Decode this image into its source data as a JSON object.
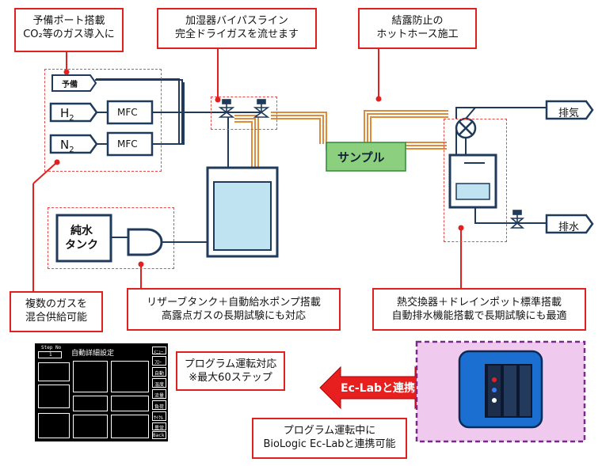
{
  "callouts": {
    "spare_port": [
      "予備ポート搭載",
      "CO₂等のガス導入に"
    ],
    "bypass": [
      "加湿器バイパスライン",
      "完全ドライガスを流せます"
    ],
    "anti_condensation": [
      "結露防止の",
      "ホットホース施工"
    ],
    "mixed_gas": [
      "複数のガスを",
      "混合供給可能"
    ],
    "reservoir": [
      "リザーブタンク＋自動給水ポンプ搭載",
      "高露点ガスの長期試験にも対応"
    ],
    "heat_exchanger": [
      "熱交換器＋ドレインポット標準搭載",
      "自動排水機能搭載で長期試験にも最適"
    ],
    "program": [
      "プログラム運転対応",
      "※最大60ステップ"
    ],
    "biologic": [
      "プログラム運転中に",
      "BioLogic Ec-Labと連携可能"
    ]
  },
  "diagram": {
    "spare_label": "予備",
    "h2_label": "H2",
    "n2_label": "N2",
    "mfc_label": "MFC",
    "sample_label": "サンプル",
    "pure_water_tank_label": "純水\nタンク",
    "exhaust_label": "排気",
    "drain_label": "排水",
    "link_label": "Ec-Labと連携"
  },
  "colors": {
    "callout_border": "#e0211f",
    "pipe_navy": "#1f3a5a",
    "hot_hose": "#e08a3c",
    "sample_fill": "#8ccf7e",
    "water_fill": "#bfe3f1",
    "device_bg": "#f0c9ef",
    "device_border": "#7a2a8a",
    "device_blue": "#1a6fd1"
  },
  "panel": {
    "title": "自動詳細設定",
    "step_no": "Step No",
    "step_val": "1",
    "menu": "ﾒﾆｭｰ",
    "buttons": [
      "ﾌﾛｰ",
      "自動",
      "温度",
      "流量",
      "負荷",
      "ｻｲｸﾙ",
      "異常",
      "Back"
    ]
  }
}
